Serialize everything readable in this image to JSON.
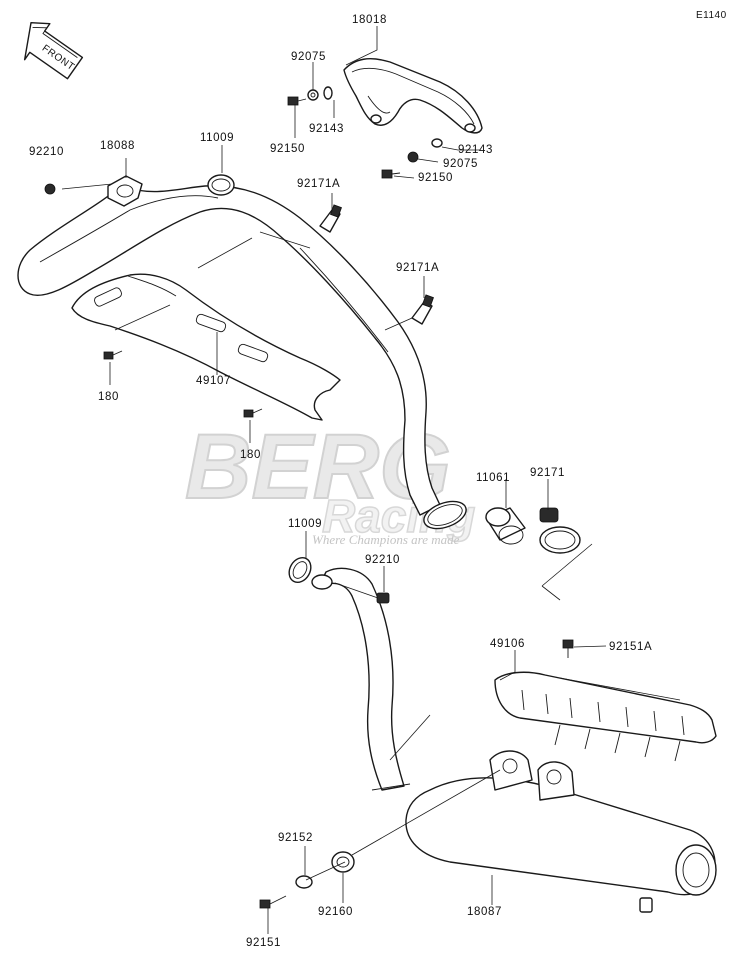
{
  "diagram_ref": "E1140",
  "front_label": "FRONT",
  "watermark": {
    "brand": "BERG",
    "sub": "Racing",
    "tagline": "Where Champions are made"
  },
  "part_labels": {
    "p18018": "18018",
    "p92075_top": "92075",
    "p92143_top": "92143",
    "p92150_top": "92150",
    "p92143_right": "92143",
    "p92075_right": "92075",
    "p92150_right": "92150",
    "p92210_top": "92210",
    "p18088": "18088",
    "p11009_top": "11009",
    "p92171A_1": "92171A",
    "p92171A_2": "92171A",
    "p180_1": "180",
    "p49107": "49107",
    "p180_2": "180",
    "p11061": "11061",
    "p92171": "92171",
    "p11009_mid": "11009",
    "p92210_mid": "92210",
    "p49106": "49106",
    "p92151A": "92151A",
    "p92152": "92152",
    "p92160": "92160",
    "p18087": "18087",
    "p92151": "92151"
  }
}
